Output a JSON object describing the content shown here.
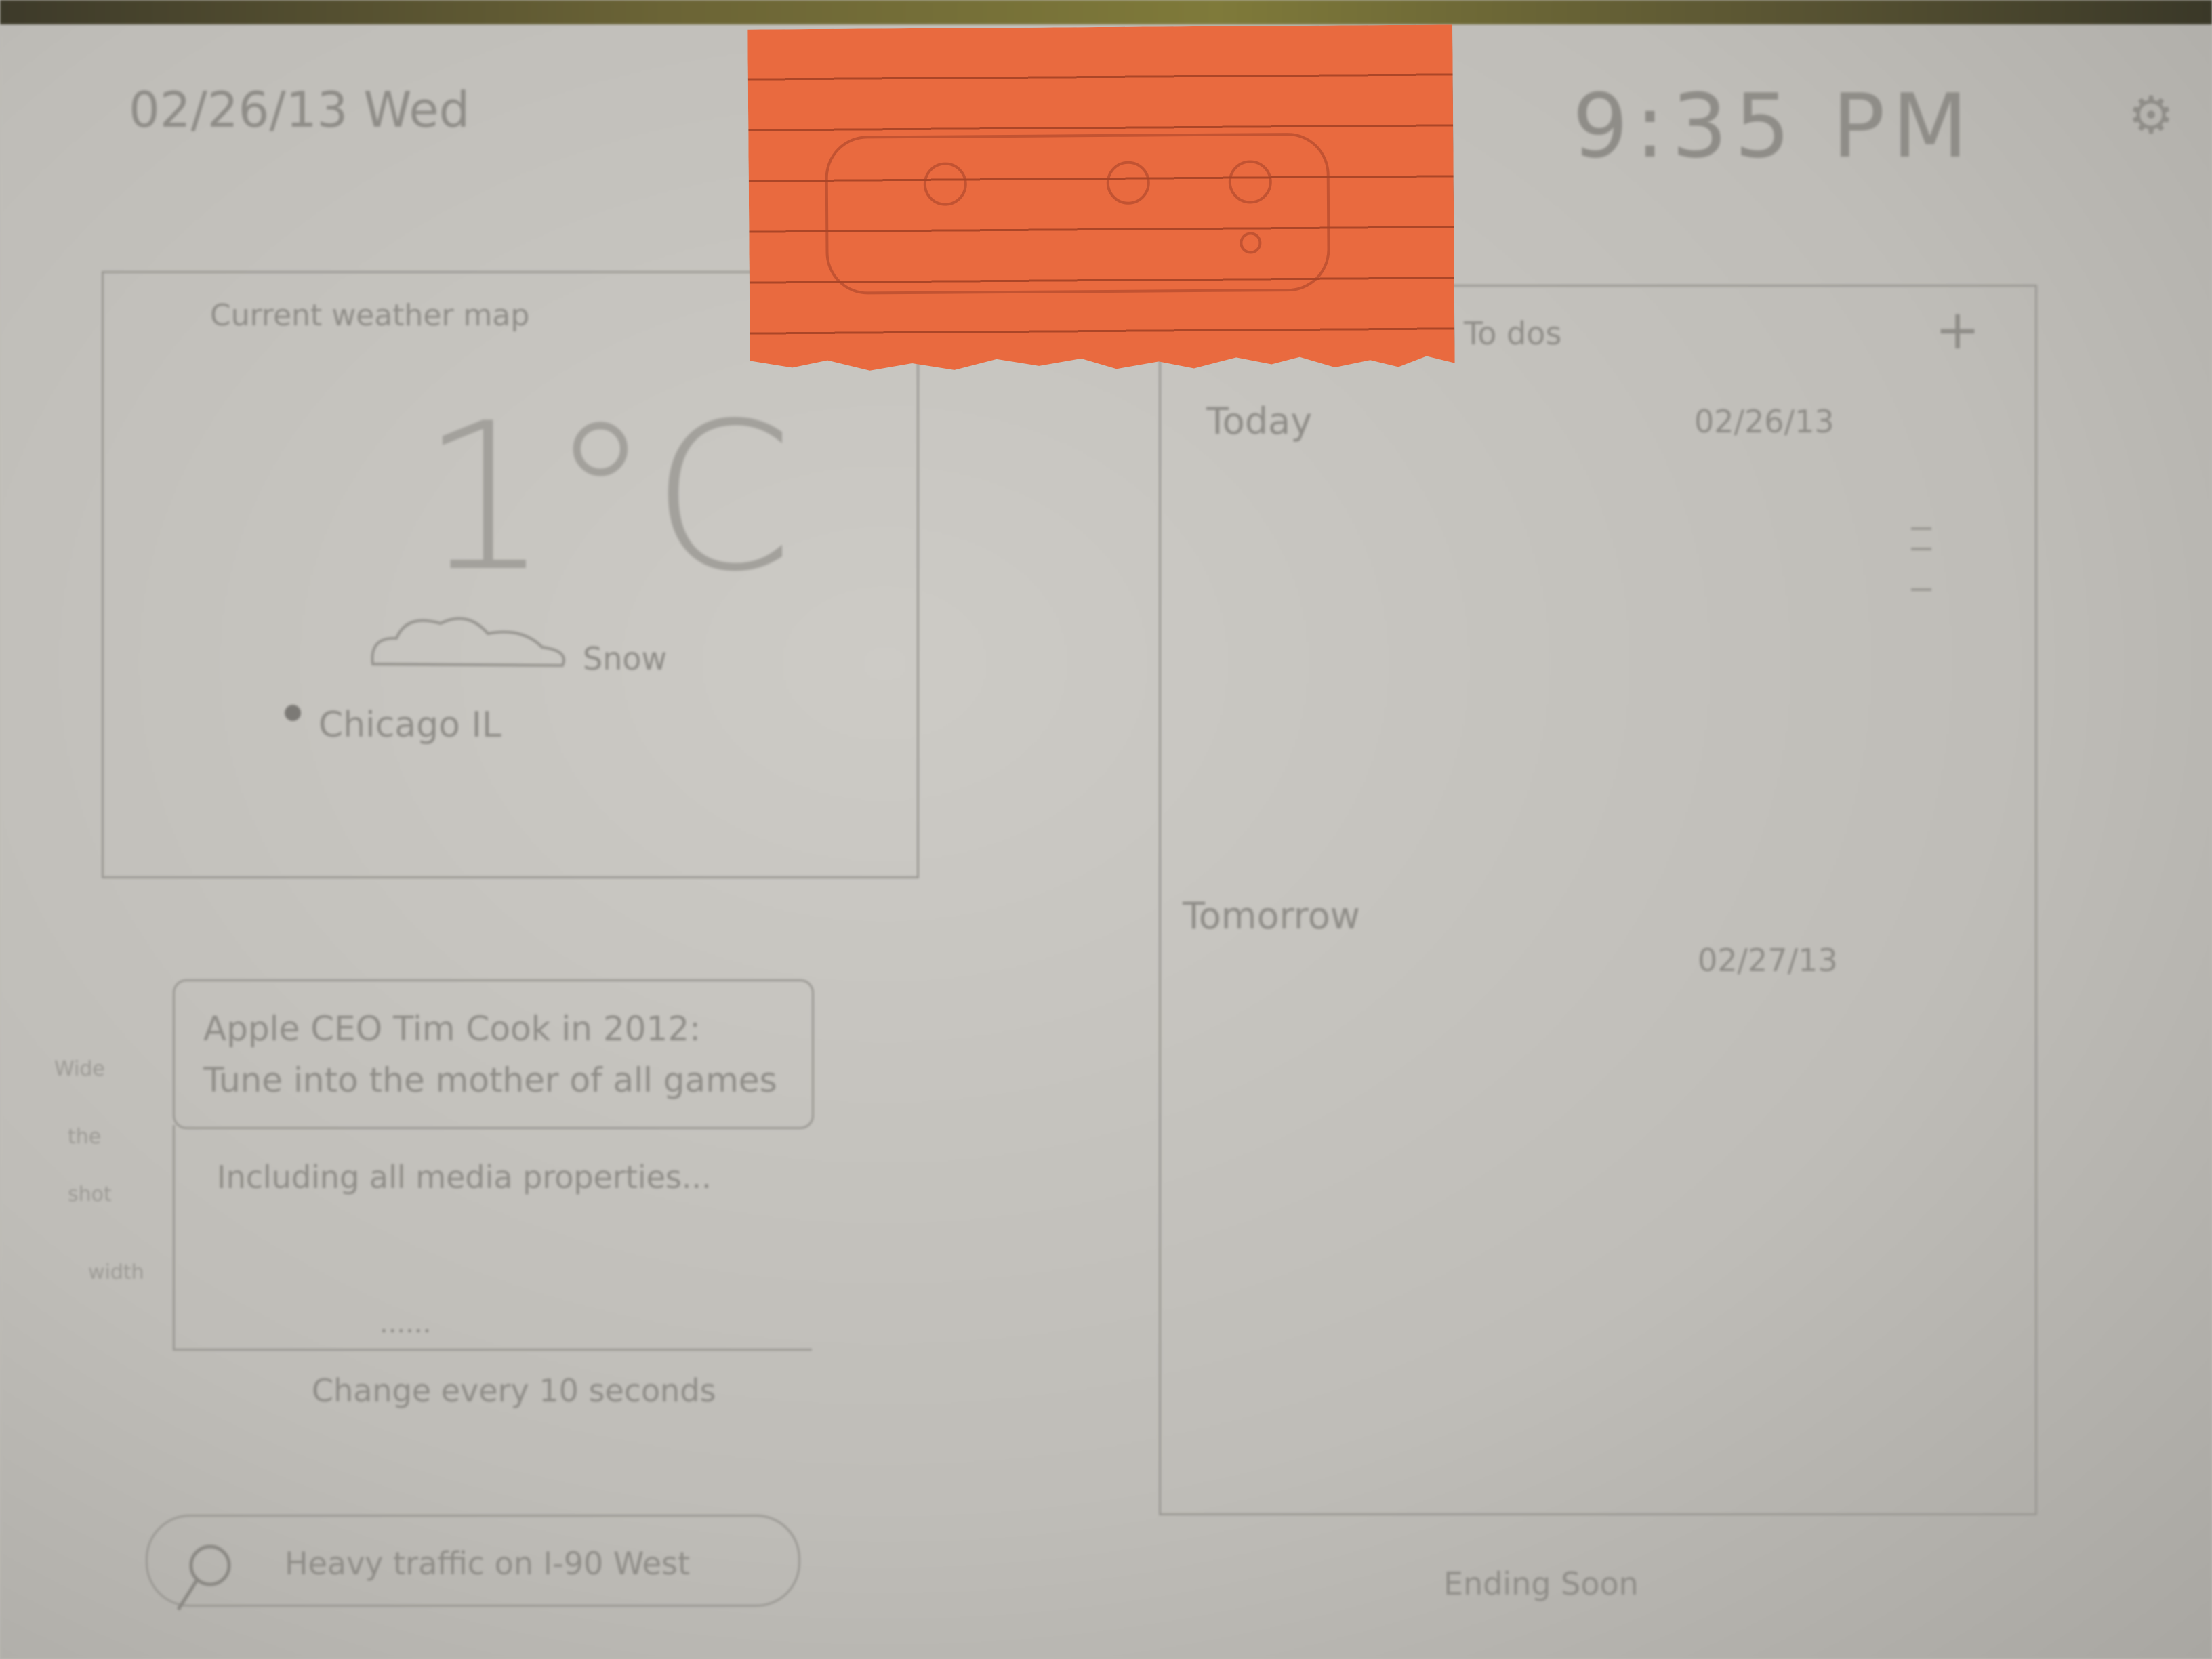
{
  "header": {
    "date": "02/26/13  Wed",
    "time": "9:35 PM",
    "settings_icon": "gear-icon"
  },
  "weather": {
    "title": "Current weather map",
    "temperature": "1°C",
    "condition": "Snow",
    "condition_icon": "cloud-icon",
    "location": "Chicago IL",
    "location_icon": "location-pin-icon"
  },
  "news": {
    "headline": "Apple CEO Tim Cook in 2012: Tune into the mother of all games",
    "summary": "Including all media properties...",
    "side_notes": [
      "Wide",
      "the",
      "shot",
      "width"
    ],
    "more": "......",
    "footer": "Change every 10 seconds"
  },
  "search": {
    "icon": "search-icon",
    "text": "Heavy traffic on I-90 West"
  },
  "todos": {
    "title": "To dos",
    "add_icon": "plus-icon",
    "sections": [
      {
        "label": "Today",
        "date": "02/26/13"
      },
      {
        "label": "Tomorrow",
        "date": "02/27/13"
      }
    ],
    "footer": "Ending Soon"
  },
  "colors": {
    "sticky_note": "#e96a3f",
    "paper": "#c4c2bd",
    "pencil": "#8f8d88"
  }
}
